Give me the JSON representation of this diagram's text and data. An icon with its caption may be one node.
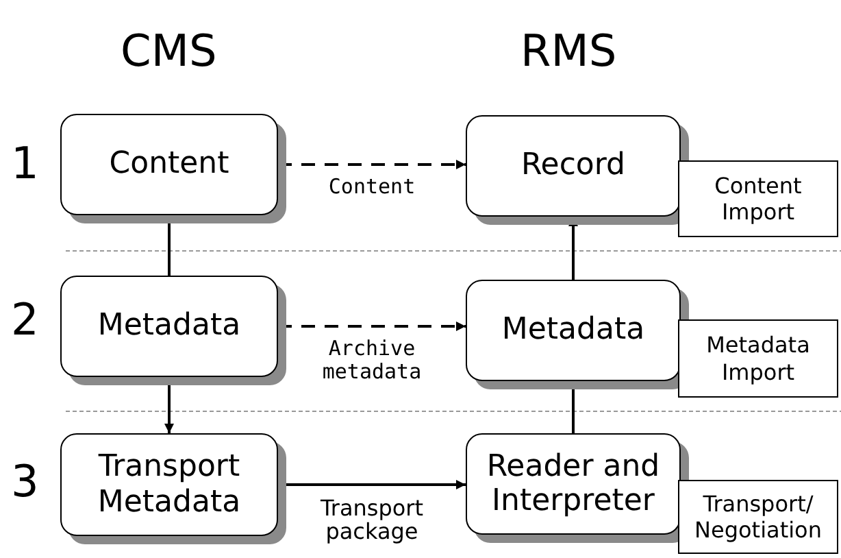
{
  "diagram": {
    "nodes": [
      {
        "text": [
          "Content"
        ]
      },
      {
        "text": [
          "Record"
        ]
      },
      {
        "text": [
          "Content Import"
        ]
      },
      {
        "text": [
          "Metadata"
        ]
      },
      {
        "text": [
          "Metadata"
        ]
      },
      {
        "text": [
          "Metadata Import"
        ]
      },
      {
        "text": [
          "Transport Metadata"
        ]
      },
      {
        "text": [
          "Reader and Interpreter"
        ]
      },
      {
        "text": [
          "Transport/ Negotiation"
        ]
      }
    ],
    "edges": [
      {
        "from": 0,
        "to": 1,
        "arrow": "to",
        "style": "dashed",
        "label": "Content"
      },
      {
        "from": 0,
        "to": 3,
        "arrow": "none"
      },
      {
        "from": 4,
        "to": 1,
        "arrow": "to"
      },
      {
        "from": 3,
        "to": 4,
        "arrow": "to",
        "style": "dashed",
        "label": "Archive metadata"
      },
      {
        "from": 3,
        "to": 6,
        "arrow": "to"
      },
      {
        "from": 6,
        "to": 7,
        "arrow": "to",
        "label": "Transport package"
      },
      {
        "from": 7,
        "to": 4,
        "arrow": "none"
      }
    ],
    "labels": [
      "CMS",
      "RMS",
      "1",
      "2",
      "3"
    ]
  }
}
